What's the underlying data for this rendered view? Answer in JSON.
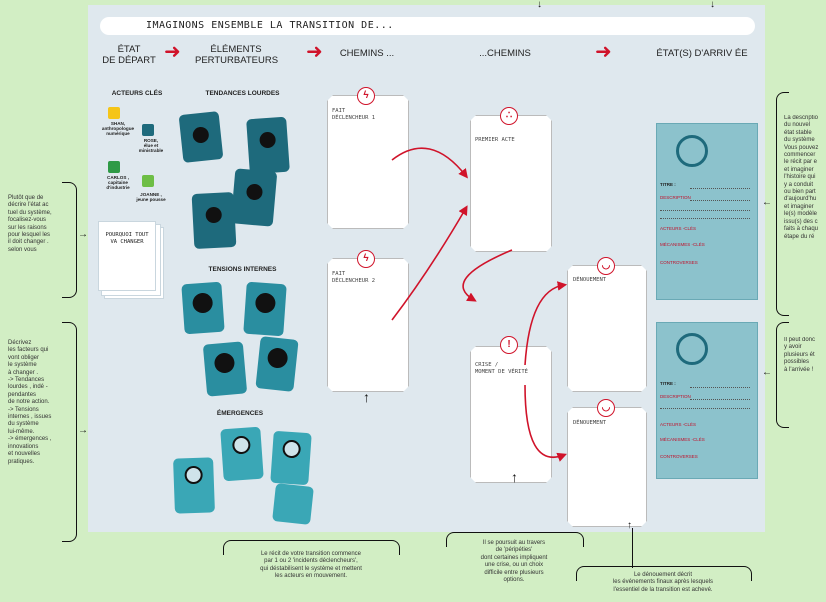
{
  "title": "IMAGINONS ENSEMBLE LA TRANSITION DE...",
  "columns": {
    "depart": [
      "ÉTAT",
      "DE DÉPART"
    ],
    "perturbateurs": [
      "ÉLÉMENTS",
      "PERTURBATEURS"
    ],
    "chemins1": "CHEMINS ...",
    "chemins2": "...CHEMINS",
    "arrivee": "ÉTAT(S) D'ARRIV ÉE"
  },
  "actors": {
    "title": "ACTEURS  CLÉS",
    "list": [
      {
        "name": "SHAN,",
        "role": "anthropologue numérique"
      },
      {
        "name": "ROSE,",
        "role": "élue et ministrable"
      },
      {
        "name": "CARLOS ,",
        "role": "capitaine d'industrie"
      },
      {
        "name": "JOANNE ,",
        "role": "jeune pousse"
      }
    ]
  },
  "pourquoi": [
    "POURQUOI TOUT",
    "VA CHANGER"
  ],
  "sections": {
    "tendances": "TENDANCES  LOURDES",
    "tensions": "TENSIONS  INTERNES",
    "emergences": "ÉMERGENCES"
  },
  "cards": {
    "fait1": [
      "FAIT",
      "DÉCLENCHEUR 1"
    ],
    "fait2": [
      "FAIT",
      "DÉCLENCHEUR 2"
    ],
    "premier_acte": "PREMIER ACTE",
    "crise": [
      "CRISE /",
      "MOMENT DE VÉRITÉ"
    ],
    "denouement": "DÉNOUEMENT"
  },
  "sheet": {
    "titre": "TITRE  :",
    "description": "DESCRIPTION",
    "acteurs": "ACTEURS -CLÉS",
    "mecanismes": "MÉCANISMES -CLÉS",
    "controverses": "CONTROVERSES"
  },
  "notes": {
    "left1": [
      "Plutôt que de",
      "décrire l'état ac",
      "tuel du système,",
      "focalisez-vous",
      "sur  les raisons",
      "pour lesquel   les",
      "il doit changer   .",
      "selon vous"
    ],
    "left2": [
      "Décrivez",
      "les facteurs qui",
      "vont obliger",
      "le système",
      "à changer   .",
      "-> Tendances",
      "lourdes  , indé -",
      "pendantes",
      "de notre action.",
      "-> Tensions",
      "internes  , issues",
      "du système",
      "lui-même.",
      "-> émergences  ,",
      "innovations",
      "et nouvelles",
      "pratiques."
    ],
    "right1": [
      "La descriptio",
      "du nouvel",
      "état stable",
      "du système",
      "Vous pouvez",
      "commencer",
      "le récit par e",
      "et imaginer",
      "l'histoire qui",
      "y a conduit",
      "ou bien part",
      "d'aujourd'hu",
      "et imaginer",
      "le(s) modèle",
      "issu(s) des c",
      "faits à chaqu",
      "étape du ré"
    ],
    "right2": [
      "Il peut donc",
      "y avoir",
      "plusieurs ét",
      "possibles",
      "à l'arrivée  !"
    ],
    "bottom1": [
      "Le récit de votre transition     commence",
      "par 1 ou 2 'incidents déclencheurs',",
      "qui déstabilisent le système et mettent",
      "les acteurs en mouvement."
    ],
    "bottom2": [
      "Il se poursuit au travers",
      "de 'péripéties'",
      "dont certaines impliquent",
      "une crise,  ou un choix",
      "difficile entre plusieurs",
      "options."
    ],
    "bottom3": [
      "Le dénouement     décrit",
      "les événements finaux après lesquels",
      "l'essentiel de la transition est achevé."
    ]
  },
  "colors": {
    "accent": "#d0132a",
    "board": "#dfe8ee",
    "background": "#d2eec4",
    "card_dark": "#1e6a7c"
  },
  "icons": [
    "lightning-icon",
    "drops-icon",
    "exclamation-icon",
    "smile-icon",
    "arrow-right-icon"
  ]
}
